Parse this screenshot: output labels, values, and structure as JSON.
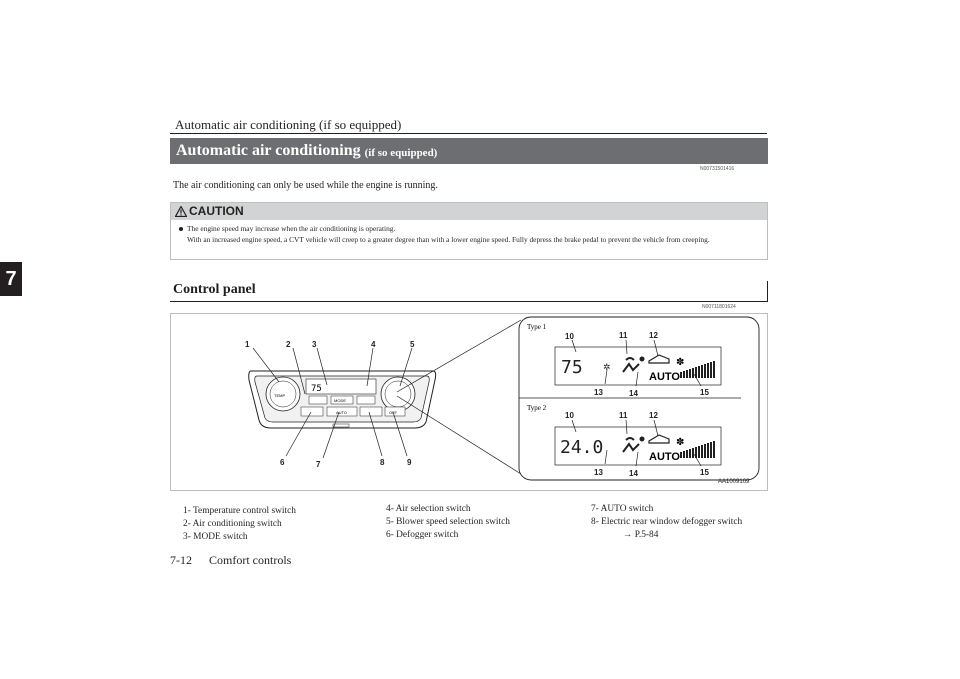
{
  "header": {
    "title": "Automatic air conditioning (if so equipped)"
  },
  "chapter": {
    "number": "7"
  },
  "section": {
    "title": "Automatic air conditioning",
    "subtitle": "(if so equipped)",
    "code": "N00731501416"
  },
  "intro": "The air conditioning can only be used while the engine is running.",
  "caution": {
    "label": "CAUTION",
    "line1": "The engine speed may increase when the air conditioning is operating.",
    "line2": "With an increased engine speed, a CVT vehicle will creep to a greater degree than with a lower engine speed. Fully depress the brake pedal to prevent the vehicle from creeping."
  },
  "control_panel": {
    "title": "Control panel",
    "code": "N00711801624",
    "figure_code": "AA1009109",
    "callouts": [
      "1",
      "2",
      "3",
      "4",
      "5",
      "6",
      "7",
      "8",
      "9"
    ],
    "type1": {
      "label": "Type 1",
      "temp": "75",
      "callouts": [
        "10",
        "11",
        "12",
        "13",
        "14",
        "15"
      ],
      "auto": "AUTO"
    },
    "type2": {
      "label": "Type 2",
      "temp": "24.0",
      "callouts": [
        "10",
        "11",
        "12",
        "13",
        "14",
        "15"
      ],
      "auto": "AUTO"
    },
    "panel_labels": {
      "temp": "TEMP",
      "mode": "MODE",
      "auto": "AUTO",
      "off": "OFF"
    }
  },
  "legend": {
    "col1": [
      "1- Temperature control switch",
      "2- Air conditioning switch",
      "3- MODE switch"
    ],
    "col2": [
      "4- Air selection switch",
      "5- Blower speed selection switch",
      "6- Defogger switch"
    ],
    "col3": [
      "7- AUTO switch",
      "8- Electric rear window defogger switch",
      "→ P.5-84"
    ]
  },
  "footer": {
    "page": "7-12",
    "chapter": "Comfort controls"
  }
}
